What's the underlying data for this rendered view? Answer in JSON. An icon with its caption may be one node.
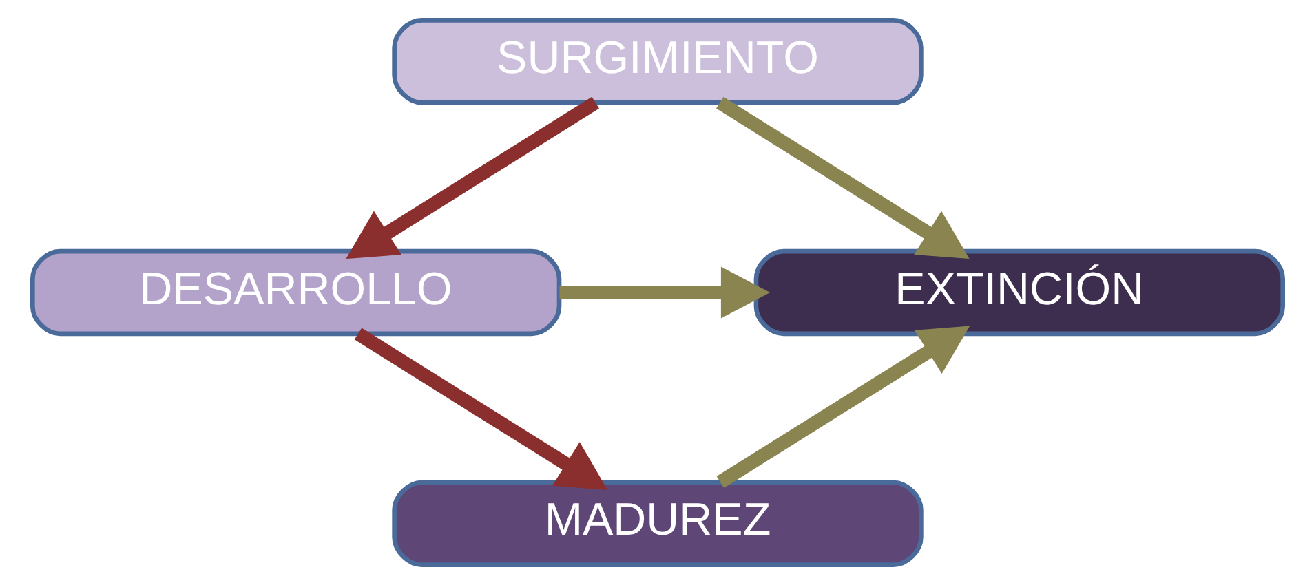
{
  "diagram": {
    "nodes": [
      {
        "text": [
          "SURGIMIENTO"
        ]
      },
      {
        "text": [
          "EXTINCIÓN"
        ]
      },
      {
        "text": [
          "DESARROLLO"
        ]
      },
      {
        "text": [
          "MADUREZ"
        ]
      }
    ],
    "edges": [
      {
        "from": 0,
        "to": 1,
        "arrow": "to"
      },
      {
        "from": 0,
        "to": 2,
        "arrow": "to",
        "color": "#8b2e2e"
      },
      {
        "from": 2,
        "to": 1,
        "arrow": "to"
      },
      {
        "from": 2,
        "to": 3,
        "arrow": "to",
        "color": "#8b2e2e"
      },
      {
        "from": 3,
        "to": 1,
        "arrow": "to"
      }
    ]
  }
}
